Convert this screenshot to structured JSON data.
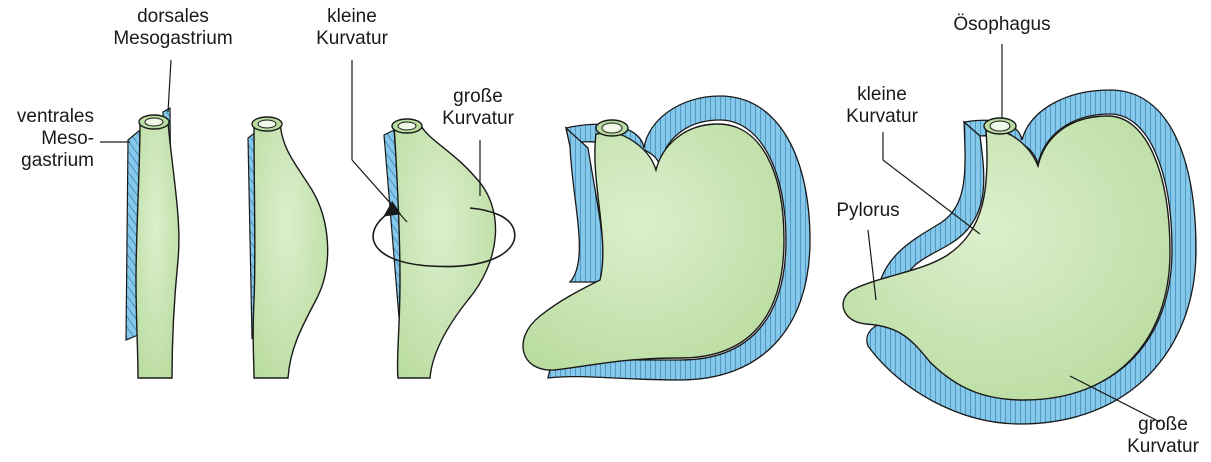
{
  "labels": {
    "dorsales_mesogastrium": [
      "dorsales",
      "Mesogastrium"
    ],
    "ventrales_mesogastrium": [
      "ventrales",
      "Meso-",
      "gastrium"
    ],
    "kleine_kurvatur_1": [
      "kleine",
      "Kurvatur"
    ],
    "grosse_kurvatur_1": [
      "große",
      "Kurvatur"
    ],
    "oesophagus": [
      "Ösophagus"
    ],
    "kleine_kurvatur_2": [
      "kleine",
      "Kurvatur"
    ],
    "pylorus": [
      "Pylorus"
    ],
    "grosse_kurvatur_2": [
      "große",
      "Kurvatur"
    ]
  },
  "colors": {
    "stomach_fill": "#cfe8bd",
    "stomach_shade": "#b5d99a",
    "mesentery": "#7fc4e8",
    "mesentery_dark": "#3b8fc2",
    "outline": "#1a1a1a",
    "lumen": "#e9f5dc"
  }
}
